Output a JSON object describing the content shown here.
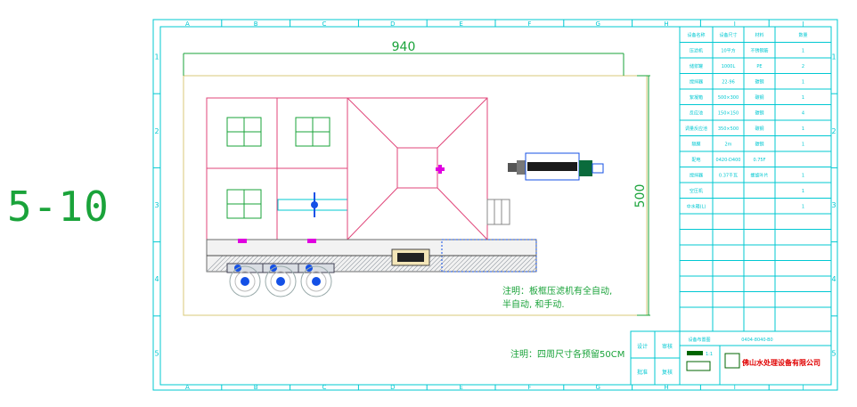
{
  "page_label": "5-10",
  "colors": {
    "frame": "#00c8d2",
    "equipment": "#e0467a",
    "green": "#1aa33a",
    "yellow": "#d8c878",
    "blue": "#1450e6",
    "magenta": "#e000e0",
    "dark_green": "#006400",
    "red": "#e00000"
  },
  "border_columns": [
    "A",
    "B",
    "C",
    "D",
    "E",
    "F",
    "G",
    "H",
    "I",
    "J"
  ],
  "border_rows": [
    "1",
    "2",
    "3",
    "4",
    "5"
  ],
  "dimensions": {
    "width": "940",
    "height": "500"
  },
  "notes": {
    "note1_line1": "注明：板框压滤机有全自动,",
    "note1_line2": "半自动, 和手动.",
    "note2": "注明：四周尺寸各预留50CM"
  },
  "table": {
    "headers": [
      "设备名称",
      "设备尺寸",
      "材料",
      "数量"
    ],
    "rows": [
      [
        "压滤机",
        "10平方",
        "不锈钢筋",
        "1"
      ],
      [
        "储浆罐",
        "1000L",
        "PE",
        "2"
      ],
      [
        "搅拌器",
        "22-96",
        "碳钢",
        "1"
      ],
      [
        "絮凝箱",
        "500×300",
        "碳钢",
        "1"
      ],
      [
        "反应池",
        "150×150",
        "碳钢",
        "4"
      ],
      [
        "调量反应池",
        "350×500",
        "碳钢",
        "1"
      ],
      [
        "隔膜",
        "2m",
        "碳钢",
        "1"
      ],
      [
        "配电",
        "0420-D400",
        "0.75F",
        ""
      ],
      [
        "搅拌器",
        "0.37千瓦",
        "螺旋叶片",
        "1"
      ],
      [
        "空压机",
        "",
        "",
        "1"
      ],
      [
        "中水箱(L)",
        "",
        "",
        "1"
      ]
    ]
  },
  "title_block": {
    "label_design": "设计",
    "label_check": "审核",
    "label_approve": "批准",
    "label_review": "复核",
    "label_drawing": "设备布置图",
    "drawing_no": "0404-8040-B0",
    "company": "佛山水处理设备有限公司",
    "scale": "1:1"
  }
}
